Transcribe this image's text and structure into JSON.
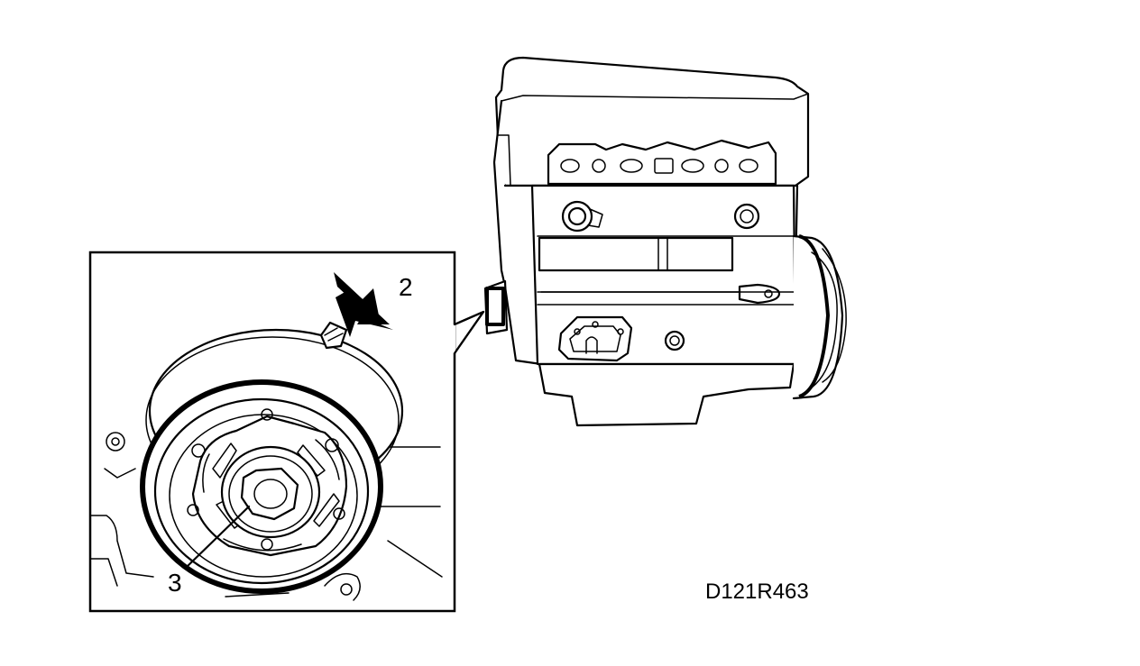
{
  "callouts": {
    "inspection_arrow_label": "2",
    "center_nut_label": "3"
  },
  "figure_code": "D121R463",
  "icons": {
    "engine": "engine-assembly-illustration",
    "detail": "compressor-pulley-detail-illustration",
    "arrow": "inspection-arrow-icon"
  }
}
